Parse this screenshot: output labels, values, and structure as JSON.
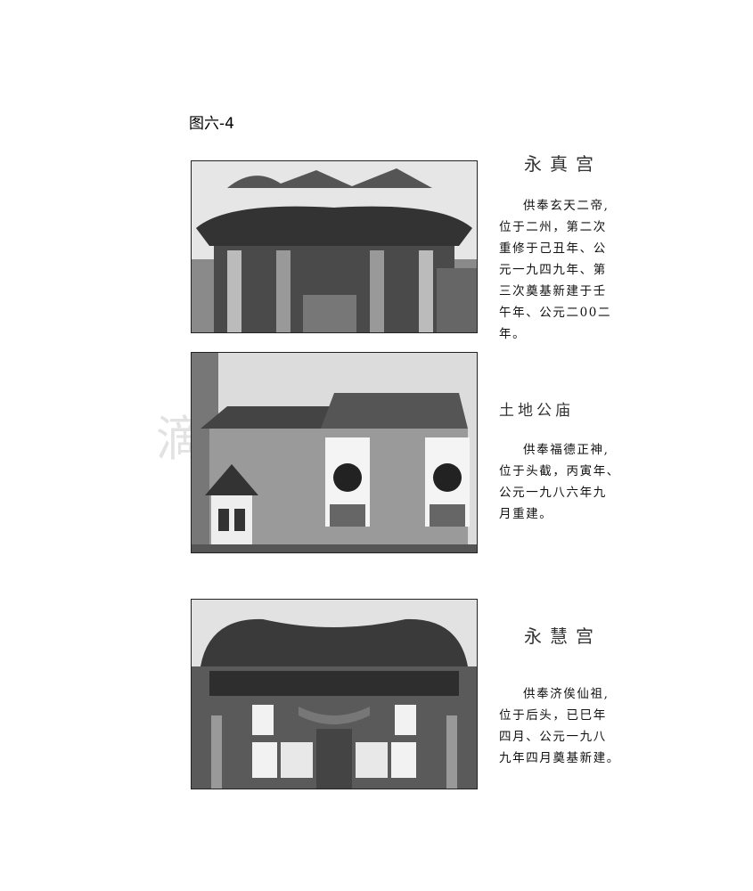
{
  "figure_label": "图六-4",
  "watermark": "滴 接网",
  "temples": [
    {
      "name": "永真宫",
      "lines": [
        "供奉玄天二帝,",
        "位于二州，第二次",
        "重修于己丑年、公",
        "元一九四九年、第",
        "三次奠基新建于壬",
        "午年、公元二00二",
        "年。"
      ],
      "photo_icon": "temple-with-dragon-ridge"
    },
    {
      "name": "土地公庙",
      "lines": [
        "供奉福德正神,",
        "位于头截，丙寅年、",
        "公元一九八六年九",
        "月重建。"
      ],
      "photo_icon": "small-shrine-with-round-windows"
    },
    {
      "name": "永慧宫",
      "lines": [
        "供奉济俟仙祖,",
        "位于后头，已巳年",
        "四月、公元一九八",
        "九年四月奠基新建。"
      ],
      "photo_icon": "temple-with-curved-roof"
    }
  ]
}
